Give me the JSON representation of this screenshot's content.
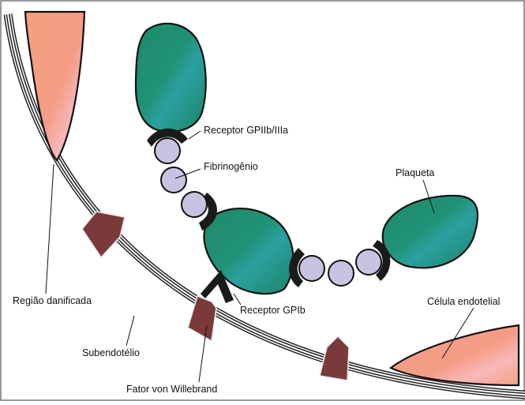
{
  "labels": {
    "receptor_gpiib_iiia": "Receptor GPIIb/IIIa",
    "fibrinogenio": "Fibrinogênio",
    "plaqueta": "Plaqueta",
    "regiao_danificada": "Região danificada",
    "receptor_gpib": "Receptor GPIb",
    "celula_endotelial": "Célula endotelial",
    "subendotelio": "Subendotélio",
    "fator_von_willebrand": "Fator von Willebrand"
  },
  "colors": {
    "platelet": "#1e8a6a",
    "platelet_highlight": "#2aa0a0",
    "fibrinogen": "#c9c2e0",
    "receptor": "#1a1a1a",
    "von_willebrand": "#7b3a3a",
    "endothelial": "#f4a07e",
    "endothelial_highlight": "#f7b9bb",
    "outline": "#111111"
  }
}
